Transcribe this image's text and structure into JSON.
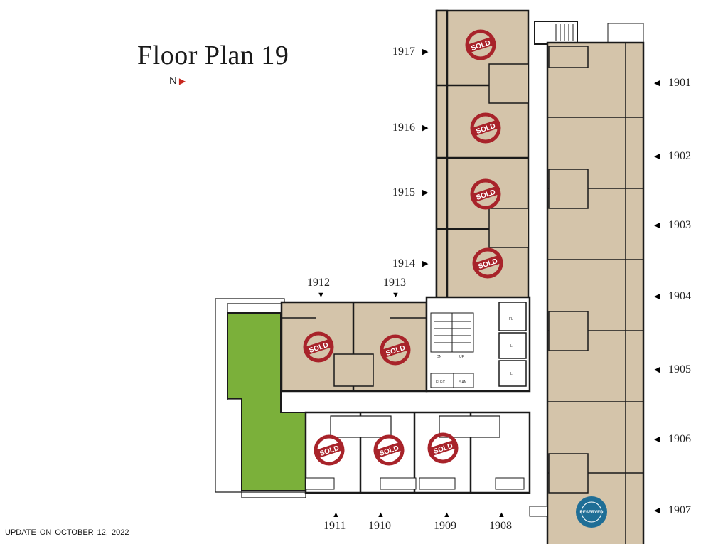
{
  "title": "Floor Plan 19",
  "north": {
    "label": "N",
    "arrow_color": "#c8281e"
  },
  "update_note": "UPDATE  ON  OCTOBER 12, 2022",
  "colors": {
    "unit_fill": "#d4c4aa",
    "terrace_fill": "#7bb03a",
    "wall": "#1a1a1a",
    "sold": "#a8232a",
    "reserved": "#1f6e96"
  },
  "units": [
    {
      "number": "1901",
      "status": "available"
    },
    {
      "number": "1902",
      "status": "available"
    },
    {
      "number": "1903",
      "status": "available"
    },
    {
      "number": "1904",
      "status": "available"
    },
    {
      "number": "1905",
      "status": "available"
    },
    {
      "number": "1906",
      "status": "available"
    },
    {
      "number": "1907",
      "status": "reserved"
    },
    {
      "number": "1908",
      "status": "available"
    },
    {
      "number": "1909",
      "status": "sold"
    },
    {
      "number": "1910",
      "status": "sold"
    },
    {
      "number": "1911",
      "status": "sold"
    },
    {
      "number": "1912",
      "status": "sold"
    },
    {
      "number": "1913",
      "status": "sold"
    },
    {
      "number": "1914",
      "status": "sold"
    },
    {
      "number": "1915",
      "status": "sold"
    },
    {
      "number": "1916",
      "status": "sold"
    },
    {
      "number": "1917",
      "status": "sold"
    }
  ],
  "stamps": {
    "sold": "SOLD",
    "reserved": "RESERVED"
  },
  "core_labels": {
    "elec": "ELEC",
    "san": "SAN",
    "dn": "DN",
    "up": "UP",
    "lift": "L",
    "fl": "FL"
  }
}
